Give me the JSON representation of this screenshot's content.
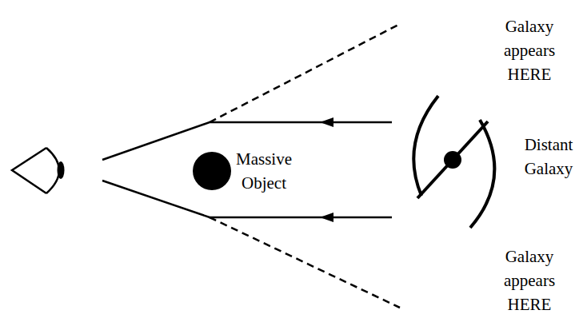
{
  "diagram": {
    "labels": [
      "Galaxy appears HERE",
      "Massive Object",
      "Distant Galaxy",
      "Galaxy appears HERE"
    ]
  }
}
